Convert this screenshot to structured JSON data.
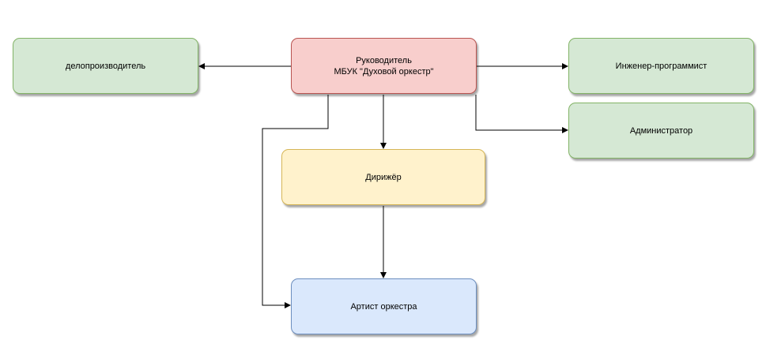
{
  "diagram": {
    "nodes": {
      "head": {
        "line1": "Руководитель",
        "line2": "МБУК \"Духовой оркестр\""
      },
      "clerk": {
        "label": "делопроизводитель"
      },
      "engineer": {
        "label": "Инженер-программист"
      },
      "administrator": {
        "label": "Администратор"
      },
      "conductor": {
        "label": "Дирижёр"
      },
      "artist": {
        "label": "Артист оркестра"
      }
    },
    "edges": [
      {
        "from": "head",
        "to": "clerk"
      },
      {
        "from": "head",
        "to": "engineer"
      },
      {
        "from": "head",
        "to": "administrator"
      },
      {
        "from": "head",
        "to": "conductor"
      },
      {
        "from": "head",
        "to": "artist"
      },
      {
        "from": "conductor",
        "to": "artist"
      }
    ],
    "colors": {
      "green_fill": "#d5e8d4",
      "red_fill": "#f8cecc",
      "yellow_fill": "#fff2cc",
      "blue_fill": "#dae8fc",
      "line": "#000000"
    }
  }
}
